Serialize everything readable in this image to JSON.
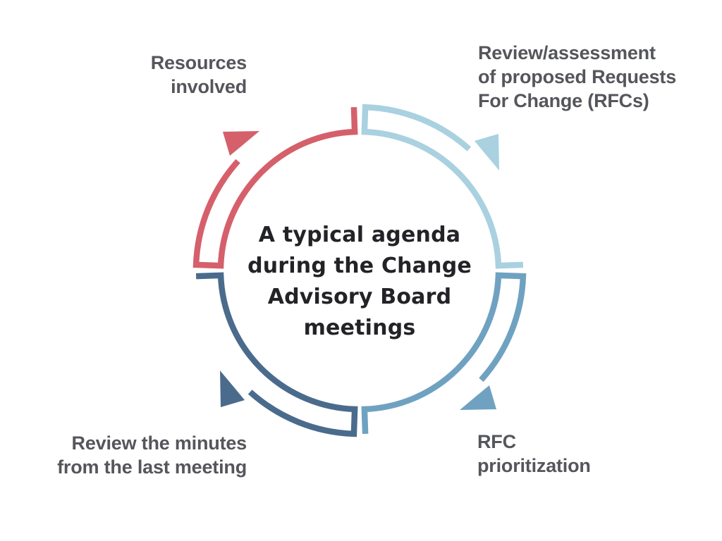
{
  "title": {
    "lines": [
      "A typical agenda",
      "during the Change",
      "Advisory Board",
      "meetings"
    ]
  },
  "labels": {
    "resources": {
      "lines": [
        "Resources",
        "involved"
      ]
    },
    "review_assessment": {
      "lines": [
        "Review/assessment",
        "of proposed Requests",
        "For Change (RFCs)"
      ]
    },
    "review_minutes": {
      "lines": [
        "Review the minutes",
        "from the last meeting"
      ]
    },
    "rfc_prioritization": {
      "lines": [
        "RFC",
        "prioritization"
      ]
    }
  },
  "colors": {
    "red": "#d5606b",
    "light_blue": "#a9d1e0",
    "medium_blue": "#6fa2c1",
    "dark_blue": "#4b6b8c",
    "label_text": "#55565b",
    "title_text": "#232327",
    "background": "#ffffff"
  }
}
